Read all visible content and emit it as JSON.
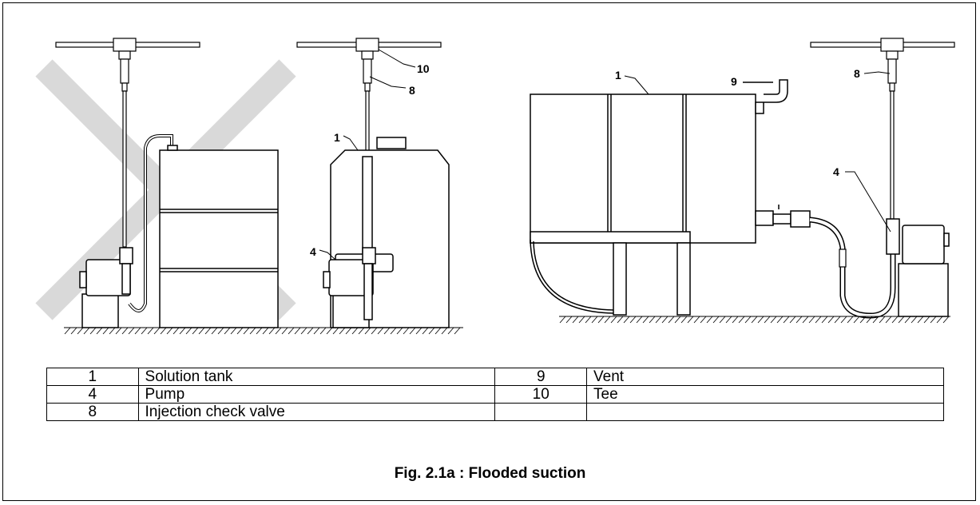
{
  "callouts": {
    "tee_middle": "10",
    "check_valve_middle": "8",
    "tank_middle": "1",
    "pump_middle": "4",
    "tank_right": "1",
    "vent_right": "9",
    "check_valve_right": "8",
    "pump_right": "4"
  },
  "legend": {
    "rows": [
      {
        "num1": "1",
        "label1": "Solution tank",
        "num2": "9",
        "label2": "Vent"
      },
      {
        "num1": "4",
        "label1": "Pump",
        "num2": "10",
        "label2": "Tee"
      },
      {
        "num1": "8",
        "label1": "Injection check valve",
        "num2": "",
        "label2": ""
      }
    ]
  },
  "caption": "Fig. 2.1a : Flooded suction",
  "colors": {
    "line": "#000000",
    "cross_mark": "#d9d9d9",
    "background": "#ffffff"
  }
}
